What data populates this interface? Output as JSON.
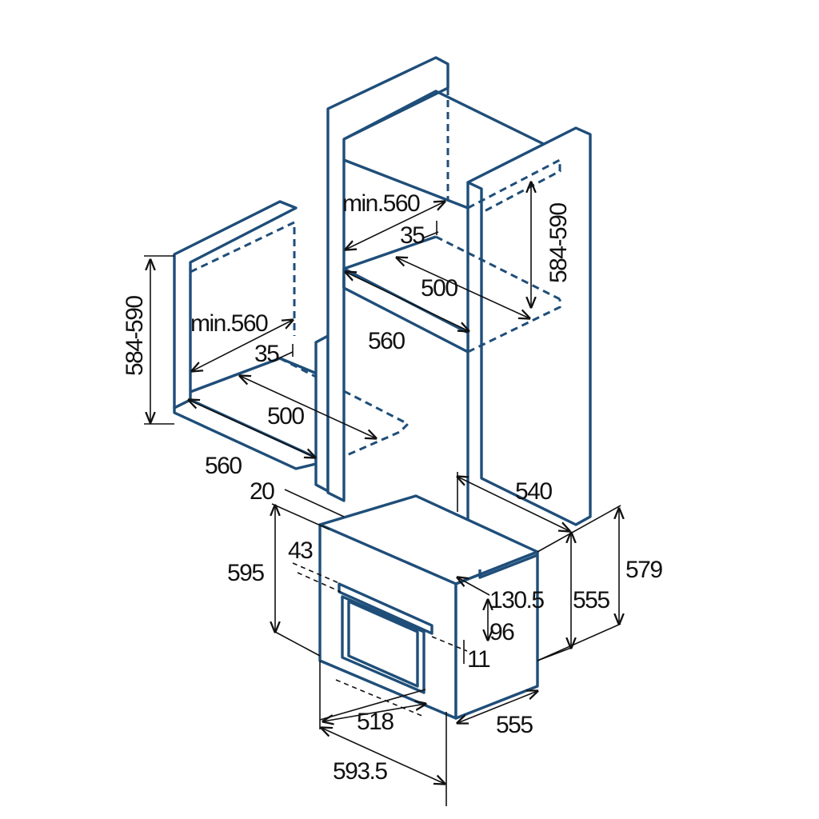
{
  "colors": {
    "outline": "#1f4e79",
    "dimension": "#111111",
    "background": "#ffffff"
  },
  "labels": {
    "left_height": "584-590",
    "left_min_width": "min.560",
    "left_gap": "35",
    "left_depth": "500",
    "left_width": "560",
    "tall_min_width": "min.560",
    "tall_gap": "35",
    "tall_height": "584-590",
    "tall_depth": "500",
    "tall_width": "560",
    "oven_panel_offset": "20",
    "oven_depth_top": "540",
    "oven_total_height": "595",
    "oven_handle_offset": "43",
    "oven_body_height": "555",
    "oven_side_height": "579",
    "oven_rear_depth": "130.5",
    "oven_rear_offset": "96",
    "oven_rear_small": "11",
    "oven_inner_width": "518",
    "oven_body_depth": "555",
    "oven_total_width": "593.5"
  }
}
